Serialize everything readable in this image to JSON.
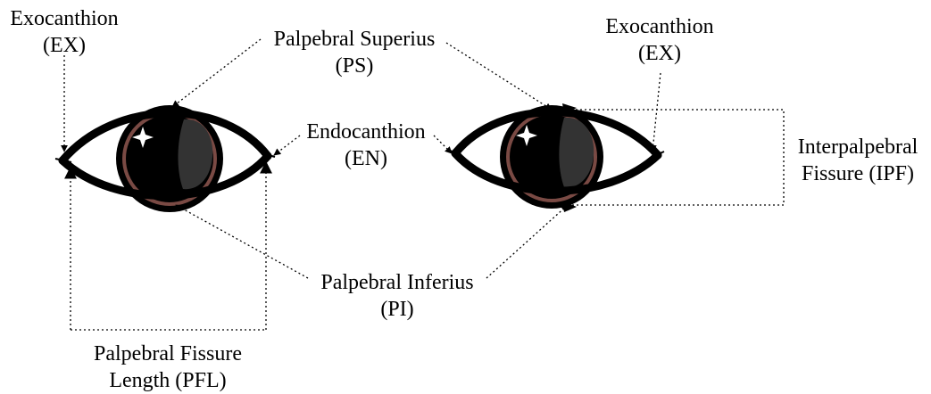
{
  "labels": {
    "exocanthion_left": {
      "name": "Exocanthion",
      "abbr": "(EX)"
    },
    "palpebral_superius": {
      "name": "Palpebral Superius",
      "abbr": "(PS)"
    },
    "exocanthion_right": {
      "name": "Exocanthion",
      "abbr": "(EX)"
    },
    "endocanthion": {
      "name": "Endocanthion",
      "abbr": "(EN)"
    },
    "interpalpebral": {
      "line1": "Interpalpebral",
      "line2": "Fissure (IPF)"
    },
    "palpebral_inferius": {
      "name": "Palpebral Inferius",
      "abbr": "(PI)"
    },
    "pfl": {
      "line1": "Palpebral Fissure",
      "line2": "Length (PFL)"
    }
  },
  "colors": {
    "outline": "#000000",
    "sclera": "#ffffff",
    "iris_ring": "#7a4a44",
    "pupil": "#000000",
    "reflection": "#333333",
    "sparkle": "#ffffff"
  }
}
